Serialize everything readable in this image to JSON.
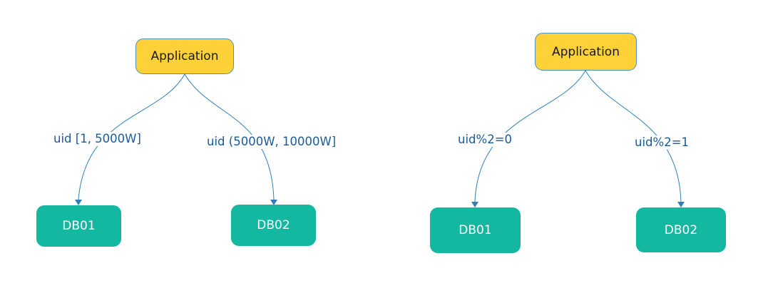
{
  "diagrams": [
    {
      "application": "Application",
      "edges": [
        {
          "label": "uid [1, 5000W]",
          "target": "DB01"
        },
        {
          "label": "uid (5000W, 10000W]",
          "target": "DB02"
        }
      ]
    },
    {
      "application": "Application",
      "edges": [
        {
          "label": "uid%2=0",
          "target": "DB01"
        },
        {
          "label": "uid%2=1",
          "target": "DB02"
        }
      ]
    }
  ],
  "colors": {
    "application_fill": "#fdd137",
    "application_border": "#4a90c2",
    "database_fill": "#14b8a0",
    "edge": "#2f7fb8",
    "edge_label": "#1a5b9a"
  }
}
